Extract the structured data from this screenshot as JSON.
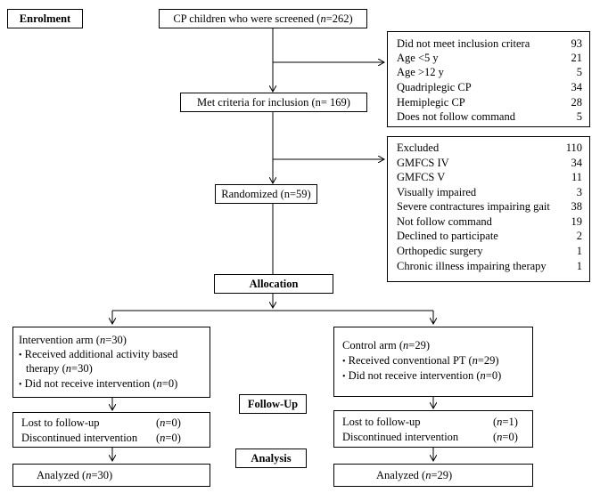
{
  "stages": {
    "enrolment": "Enrolment",
    "allocation": "Allocation",
    "followup": "Follow-Up",
    "analysis": "Analysis"
  },
  "screened": {
    "pre": "CP children who were screened (",
    "n": "n",
    "post": "=262)"
  },
  "met": "Met criteria for inclusion (n= 169)",
  "randomized": "Randomized (n=59)",
  "not_met": [
    {
      "label": "Did not meet inclusion critera",
      "value": "93"
    },
    {
      "label": "Age <5 y",
      "value": "21"
    },
    {
      "label": "Age >12 y",
      "value": "5"
    },
    {
      "label": "Quadriplegic CP",
      "value": "34"
    },
    {
      "label": "Hemiplegic CP",
      "value": "28"
    },
    {
      "label": "Does not follow command",
      "value": "5"
    }
  ],
  "excluded": [
    {
      "label": "Excluded",
      "value": "110"
    },
    {
      "label": "GMFCS IV",
      "value": "34"
    },
    {
      "label": "GMFCS V",
      "value": "11"
    },
    {
      "label": "Visually impaired",
      "value": "3"
    },
    {
      "label": "Severe contractures impairing gait",
      "value": "38"
    },
    {
      "label": "Not follow command",
      "value": "19"
    },
    {
      "label": "Declined to participate",
      "value": "2"
    },
    {
      "label": "Orthopedic surgery",
      "value": "1"
    },
    {
      "label": "Chronic illness impairing therapy",
      "value": "1"
    }
  ],
  "intervention": {
    "title_pre": "Intervention arm (",
    "title_n": "n",
    "title_post": "=30)",
    "b1a": "Received additional activity based",
    "b1b_pre": "therapy (",
    "b1b_n": "n",
    "b1b_post": "=30)",
    "b2_pre": "Did not receive intervention (",
    "b2_n": "n",
    "b2_post": "=0)"
  },
  "control": {
    "title_pre": "Control arm (",
    "title_n": "n",
    "title_post": "=29)",
    "b1_pre": "Received conventional PT (",
    "b1_n": "n",
    "b1_post": "=29)",
    "b2_pre": "Did not receive intervention (",
    "b2_n": "n",
    "b2_post": "=0)"
  },
  "lost_left": {
    "l1": "Lost to follow-up",
    "v1_pre": "(",
    "v1_n": "n",
    "v1_post": "=0)",
    "l2": "Discontinued intervention",
    "v2_pre": "(",
    "v2_n": "n",
    "v2_post": "=0)"
  },
  "lost_right": {
    "l1": "Lost to follow-up",
    "v1_pre": "(",
    "v1_n": "n",
    "v1_post": "=1)",
    "l2": "Discontinued intervention",
    "v2_pre": "(",
    "v2_n": "n",
    "v2_post": "=0)"
  },
  "analyzed_left": {
    "pre": "Analyzed (",
    "n": "n",
    "post": "=30)"
  },
  "analyzed_right": {
    "pre": "Analyzed (",
    "n": "n",
    "post": "=29)"
  },
  "bullet": "•"
}
